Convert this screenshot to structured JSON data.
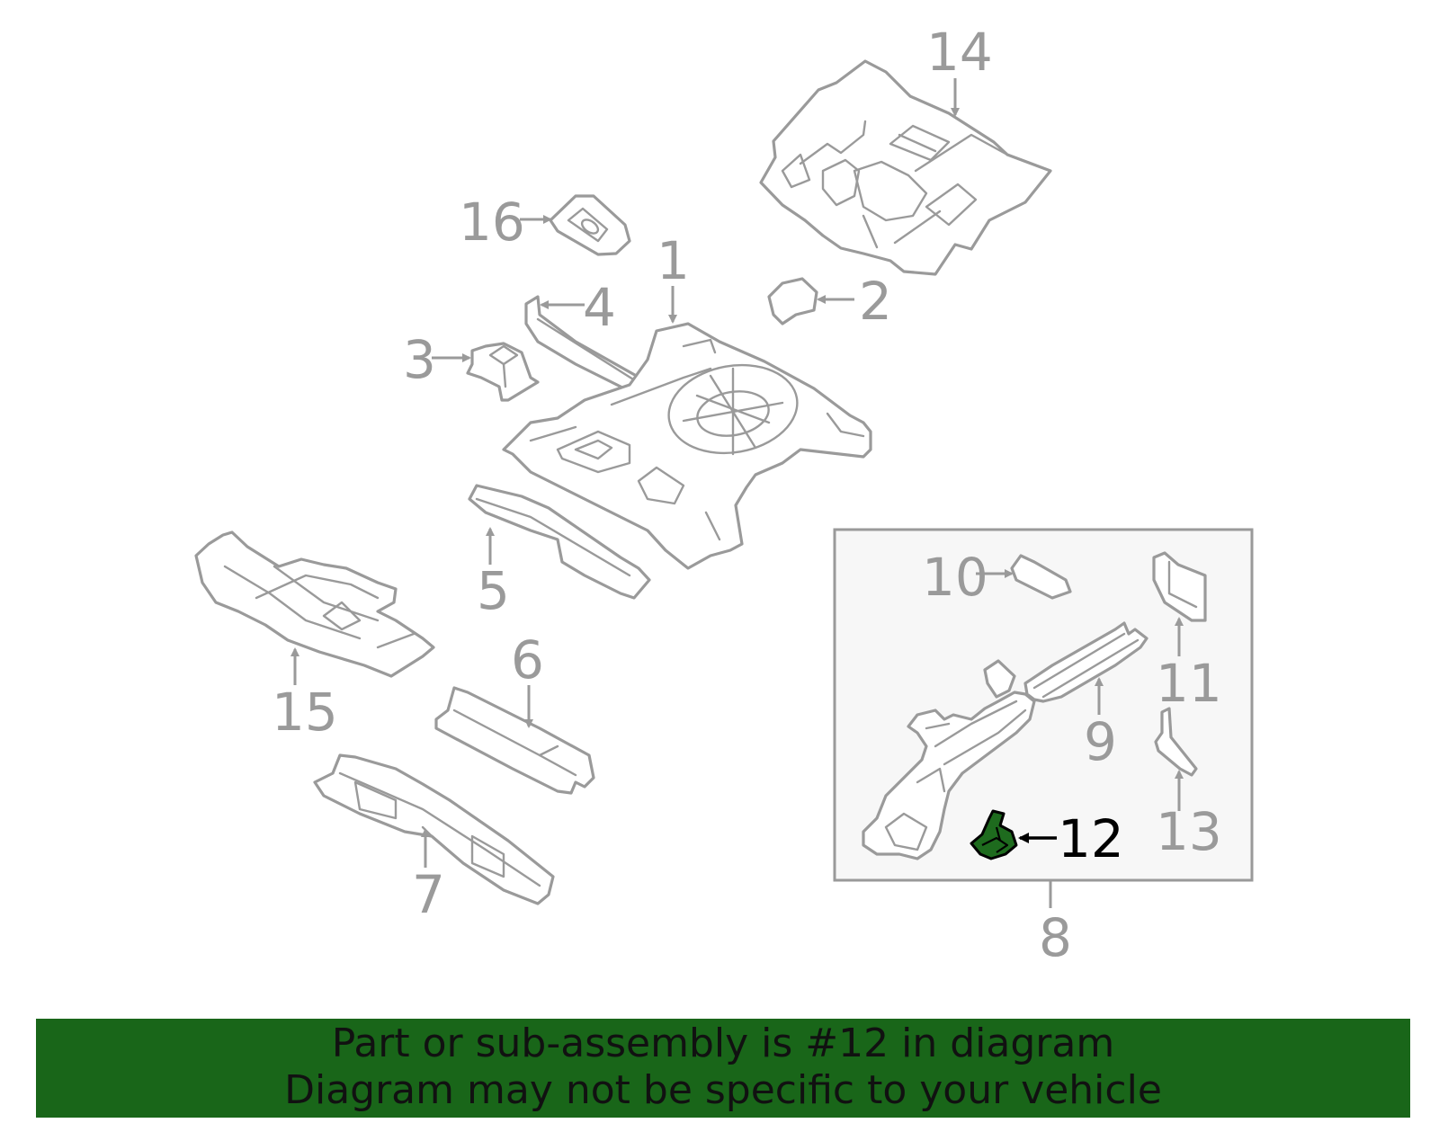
{
  "diagram": {
    "callouts": {
      "c1": "1",
      "c2": "2",
      "c3": "3",
      "c4": "4",
      "c5": "5",
      "c6": "6",
      "c7": "7",
      "c8": "8",
      "c9": "9",
      "c10": "10",
      "c11": "11",
      "c12": "12",
      "c13": "13",
      "c14": "14",
      "c15": "15",
      "c16": "16"
    },
    "highlighted_part": "12",
    "colors": {
      "line": "#9a9a9a",
      "highlight_fill": "#1e6b1e",
      "banner_bg": "#196619",
      "inset_bg": "#f7f7f7"
    }
  },
  "banner": {
    "line1": "Part or sub-assembly is #12 in diagram",
    "line2": "Diagram may not be specific to your vehicle"
  }
}
